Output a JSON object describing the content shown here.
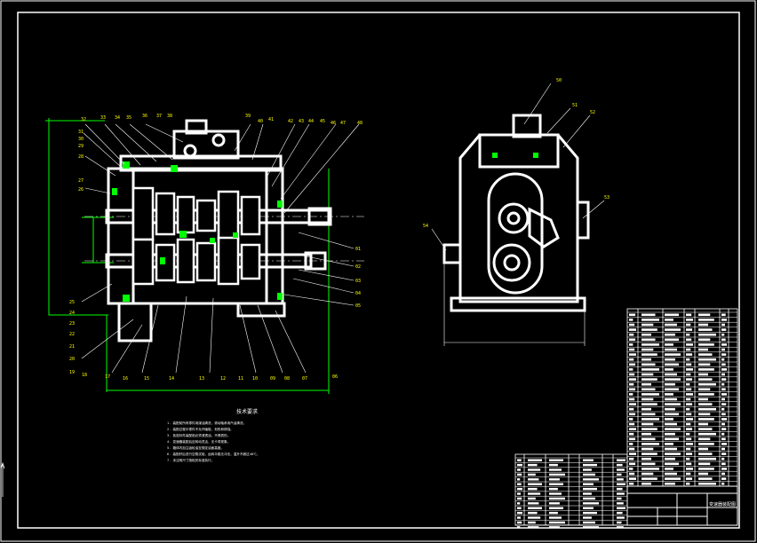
{
  "colors": {
    "background": "#000000",
    "line": "#ffffff",
    "dim": "#00ff00",
    "accent": "#ffff00"
  },
  "front_view": {
    "balloons_top": [
      "32",
      "33",
      "34",
      "35",
      "36",
      "37",
      "38",
      "39",
      "40",
      "41",
      "42",
      "43",
      "44",
      "45",
      "46",
      "47",
      "48"
    ],
    "balloons_left": [
      "31",
      "30",
      "29",
      "28",
      "27",
      "26",
      "25",
      "24",
      "23",
      "22",
      "21",
      "20",
      "19",
      "18"
    ],
    "balloons_bottom": [
      "17",
      "16",
      "15",
      "14",
      "13",
      "12",
      "11",
      "10",
      "09",
      "08",
      "07",
      "06"
    ],
    "balloons_right": [
      "01",
      "02",
      "03",
      "04",
      "05"
    ]
  },
  "side_view": {
    "balloons": [
      "50",
      "51",
      "52",
      "53",
      "54"
    ]
  },
  "tech_title": "技术要求",
  "tech_notes": [
    "1. 装配前所有零件用煤油清洗，滚动轴承用汽油清洗。",
    "2. 装配过程中零件不允许磕碰、划伤和锈蚀。",
    "3. 各密封件装配前必须浸透油，不得损伤。",
    "4. 变速器装配后应转动灵活，无卡滞现象。",
    "5. 箱体内加注齿轮油至规定油面高度。",
    "6. 装配好后进行空载试验，运转平稳无冲击，温升不超过40℃。",
    "7. 未注明尺寸按相关标准执行。"
  ],
  "title_block": {
    "drawing_name": "变速器装配图"
  }
}
